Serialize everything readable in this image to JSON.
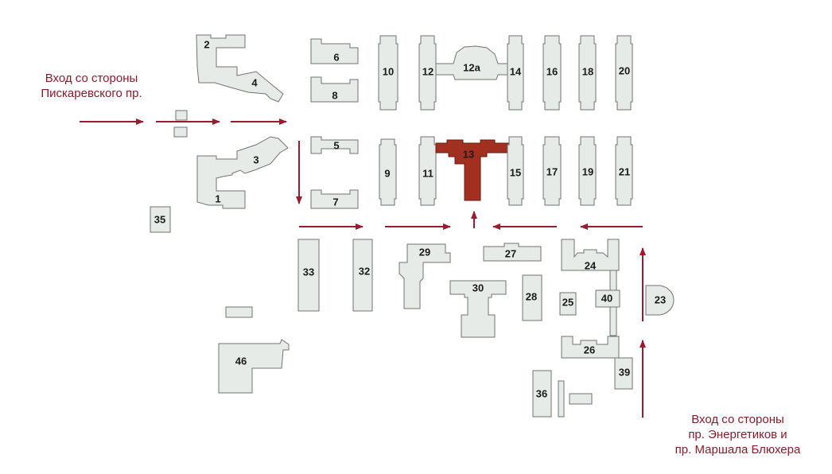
{
  "entrances": {
    "west": {
      "line1": "Вход со стороны",
      "line2": "Пискаревского пр."
    },
    "east": {
      "line1": "Вход со стороны",
      "line2": "пр. Энергетиков и",
      "line3": "пр. Маршала Блюхера"
    }
  },
  "buildings": {
    "b1": "1",
    "b2": "2",
    "b3": "3",
    "b4": "4",
    "b5": "5",
    "b6": "6",
    "b7": "7",
    "b8": "8",
    "b9": "9",
    "b10": "10",
    "b11": "11",
    "b12": "12",
    "b12a": "12a",
    "b13": "13",
    "b14": "14",
    "b15": "15",
    "b16": "16",
    "b17": "17",
    "b18": "18",
    "b19": "19",
    "b20": "20",
    "b21": "21",
    "b23": "23",
    "b24": "24",
    "b25": "25",
    "b26": "26",
    "b27": "27",
    "b28": "28",
    "b29": "29",
    "b30": "30",
    "b32": "32",
    "b33": "33",
    "b35": "35",
    "b36": "36",
    "b39": "39",
    "b40": "40",
    "b46": "46"
  },
  "highlighted_building": "13",
  "colors": {
    "highlight": "#a23020",
    "arrows": "#9b1b30",
    "labels": "#8c1a2a",
    "building_fill": "#e6ebe8",
    "building_stroke": "#6f7571"
  }
}
